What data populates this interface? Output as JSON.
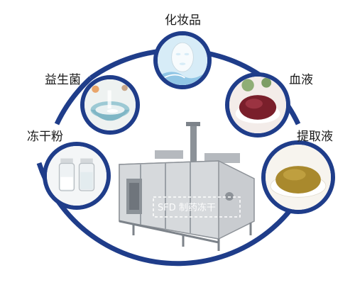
{
  "labels": {
    "cosmetics": "化妆品",
    "probiotics": "益生菌",
    "blood": "血液",
    "freeze_dried_powder": "冻干粉",
    "extract": "提取液"
  },
  "machine": {
    "overlay_text": "SFD 制药冻干"
  },
  "colors": {
    "ring": "#1f3d8a",
    "text": "#1a1a1a",
    "machine_body": "#c9ccd0",
    "blood_powder": "#7a1f2b",
    "extract_powder": "#a9892d",
    "probiotic_bowl": "#9cc9d4",
    "mask_bg": "#d7ecf7"
  }
}
